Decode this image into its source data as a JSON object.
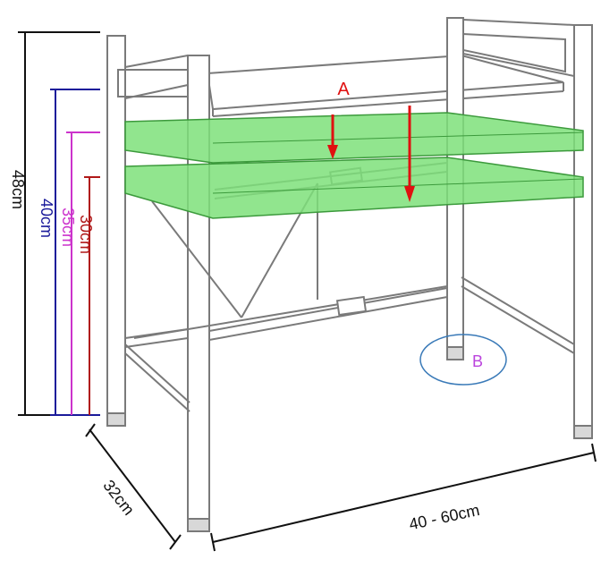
{
  "labels": {
    "a": "A",
    "b": "B",
    "h48": "48cm",
    "h40": "40cm",
    "h35": "35cm",
    "h30": "30cm",
    "depth": "32cm",
    "width": "40 - 60cm"
  },
  "colors": {
    "frame": "#7a7a7a",
    "shelf_fill": "#7ee07a",
    "shelf_stroke": "#3c9a3c",
    "dim48": "#111111",
    "dim40": "#1a1a9a",
    "dim35": "#cc33cc",
    "dim30": "#b01818",
    "arrow": "#e01010",
    "circle_b": "#3a7ab8",
    "label_b": "#bb44dd"
  }
}
